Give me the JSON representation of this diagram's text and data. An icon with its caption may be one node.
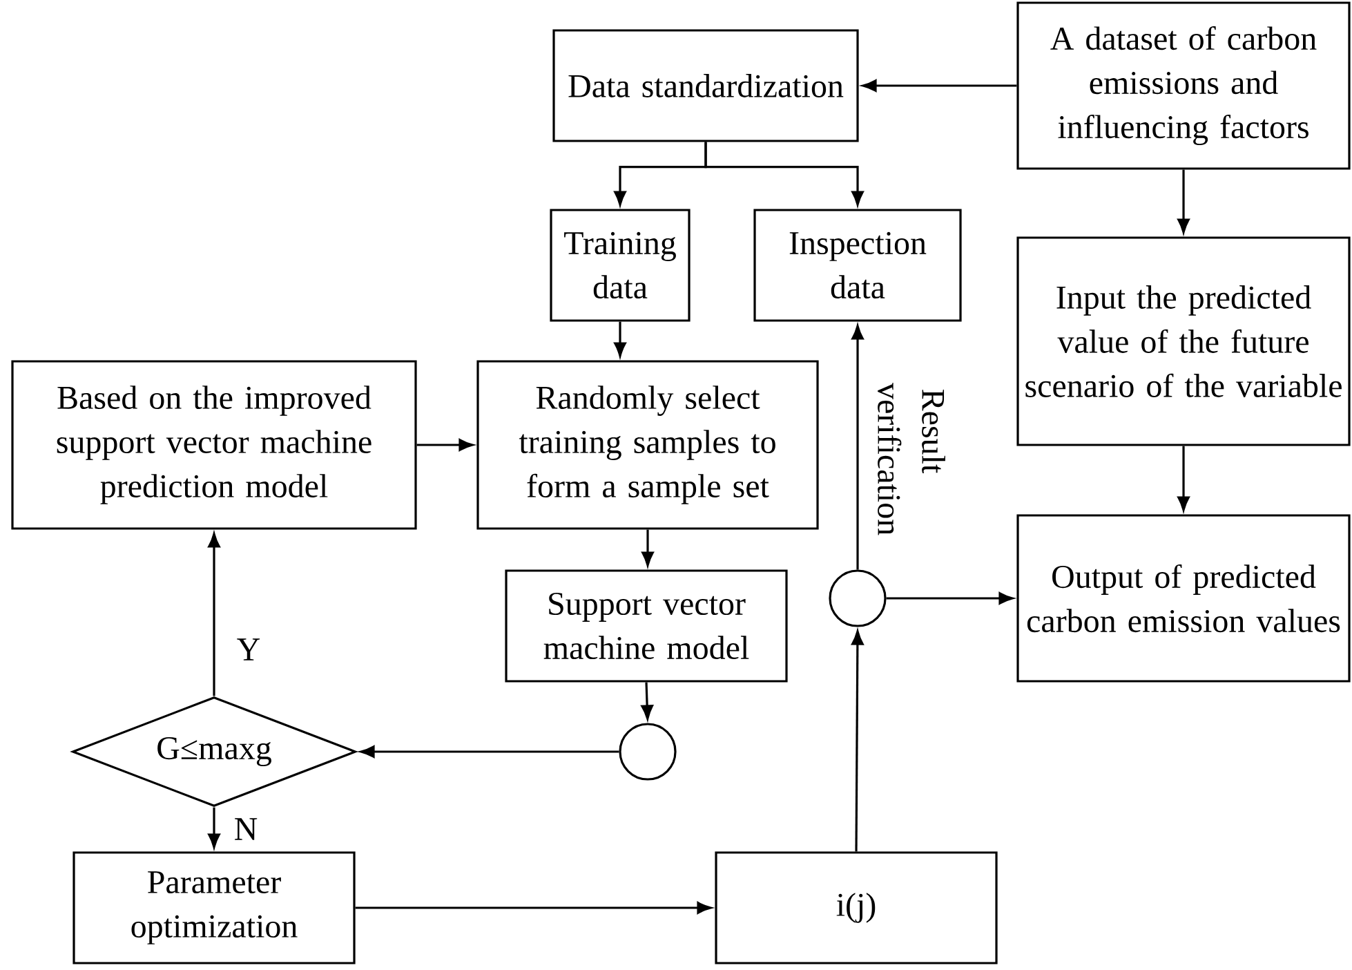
{
  "diagram": {
    "nodes": [
      {
        "text": [
          "Data standardization"
        ]
      },
      {
        "text": [
          "A dataset of carbon emissions and influencing factors"
        ]
      },
      {
        "text": [
          "Training data"
        ]
      },
      {
        "text": [
          "Inspection data"
        ]
      },
      {
        "text": [
          "Input the predicted value of the future scenario of the variable"
        ]
      },
      {
        "text": [
          "Based on the improved support vector machine prediction model"
        ]
      },
      {
        "text": [
          "Randomly select training samples to form a sample set"
        ]
      },
      {
        "text": [
          "Support vector machine model"
        ]
      },
      {
        "text": [],
        "shape": "circle"
      },
      {
        "text": [
          "G≤maxg"
        ]
      },
      {
        "text": [
          "Parameter optimization"
        ]
      },
      {
        "text": [
          "i(j)"
        ]
      },
      {
        "text": [],
        "shape": "circle"
      },
      {
        "text": [
          "Output of predicted carbon emission values"
        ]
      }
    ],
    "edges": [
      {
        "from": 1,
        "to": 0,
        "arrow": "to"
      },
      {
        "from": 0,
        "to": 2,
        "arrow": "to"
      },
      {
        "from": 0,
        "to": 3,
        "arrow": "to"
      },
      {
        "from": 1,
        "to": 4,
        "arrow": "to"
      },
      {
        "from": 4,
        "to": 13,
        "arrow": "to"
      },
      {
        "from": 2,
        "to": 6,
        "arrow": "to"
      },
      {
        "from": 5,
        "to": 6,
        "arrow": "to"
      },
      {
        "from": 6,
        "to": 7,
        "arrow": "to"
      },
      {
        "from": 7,
        "to": 8,
        "arrow": "to"
      },
      {
        "from": 8,
        "to": 9,
        "arrow": "to"
      },
      {
        "from": 9,
        "to": 5,
        "arrow": "to",
        "label": "Y"
      },
      {
        "from": 9,
        "to": 10,
        "arrow": "to",
        "label": "N"
      },
      {
        "from": 10,
        "to": 11,
        "arrow": "to"
      },
      {
        "from": 11,
        "to": 12,
        "arrow": "to"
      },
      {
        "from": 12,
        "to": 3,
        "arrow": "to",
        "label": "Result verification"
      },
      {
        "from": 12,
        "to": 13,
        "arrow": "to"
      }
    ]
  }
}
